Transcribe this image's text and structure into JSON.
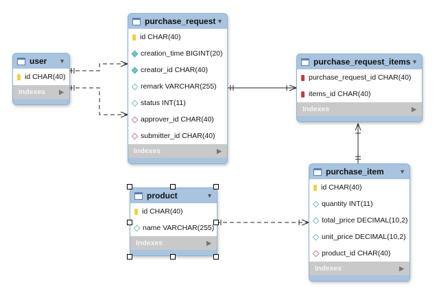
{
  "tables": {
    "user": {
      "name": "user",
      "columns": [
        {
          "label": "id CHAR(40)",
          "key": "pk"
        }
      ],
      "indexes": "Indexes"
    },
    "purchase_request": {
      "name": "purchase_request",
      "columns": [
        {
          "label": "id CHAR(40)",
          "key": "pk"
        },
        {
          "label": "creation_time BIGINT(20)",
          "key": "nn"
        },
        {
          "label": "creator_id CHAR(40)",
          "key": "nn"
        },
        {
          "label": "remark VARCHAR(255)",
          "key": "n"
        },
        {
          "label": "status INT(11)",
          "key": "n"
        },
        {
          "label": "approver_id CHAR(40)",
          "key": "fk"
        },
        {
          "label": "submitter_id CHAR(40)",
          "key": "fk"
        }
      ],
      "indexes": "Indexes"
    },
    "purchase_request_items": {
      "name": "purchase_request_items",
      "columns": [
        {
          "label": "purchase_request_id CHAR(40)",
          "key": "fkpk"
        },
        {
          "label": "items_id CHAR(40)",
          "key": "fkpk"
        }
      ],
      "indexes": "Indexes"
    },
    "purchase_item": {
      "name": "purchase_item",
      "columns": [
        {
          "label": "id CHAR(40)",
          "key": "pk"
        },
        {
          "label": "quantity INT(11)",
          "key": "n"
        },
        {
          "label": "total_price DECIMAL(10,2)",
          "key": "n"
        },
        {
          "label": "unit_price DECIMAL(10,2)",
          "key": "n"
        },
        {
          "label": "product_id CHAR(40)",
          "key": "fk"
        }
      ],
      "indexes": "Indexes"
    },
    "product": {
      "name": "product",
      "selected": true,
      "columns": [
        {
          "label": "id CHAR(40)",
          "key": "pk"
        },
        {
          "label": "name VARCHAR(255)",
          "key": "n"
        }
      ],
      "indexes": "Indexes"
    }
  },
  "colors": {
    "header": "#a9c4df",
    "indexes": "#c9c9c9"
  }
}
